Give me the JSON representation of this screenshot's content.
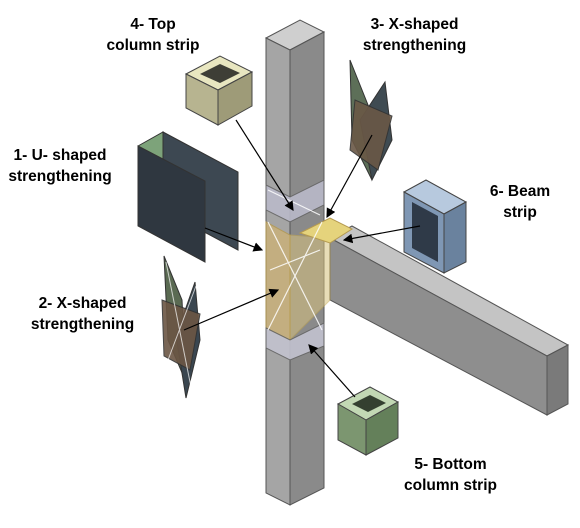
{
  "labels": {
    "u_shaped": {
      "line1": "1- U- shaped",
      "line2": "strengthening"
    },
    "x_shaped_front": {
      "line1": "2- X-shaped",
      "line2": "strengthening"
    },
    "x_shaped_side": {
      "line1": "3- X-shaped",
      "line2": "strengthening"
    },
    "top_column_strip": {
      "line1": "4- Top",
      "line2": "column strip"
    },
    "bottom_column_strip": {
      "line1": "5- Bottom",
      "line2": "column strip"
    },
    "beam_strip": {
      "line1": "6- Beam",
      "line2": "strip"
    }
  },
  "colors": {
    "column_face": "#9e9e9e",
    "column_front": "#8a8a8a",
    "column_side": "#6a6a6a",
    "beam_top": "#bdbdbd",
    "beam_front": "#8f8f8f",
    "top_strip": "#c9c79a",
    "bottom_strip": "#8aa07e",
    "beam_strip": "#8fa7c3",
    "u_shaped": "#3d4a55",
    "x_shaped": "#6a5a48",
    "joint_highlight": "#e7d27a"
  }
}
